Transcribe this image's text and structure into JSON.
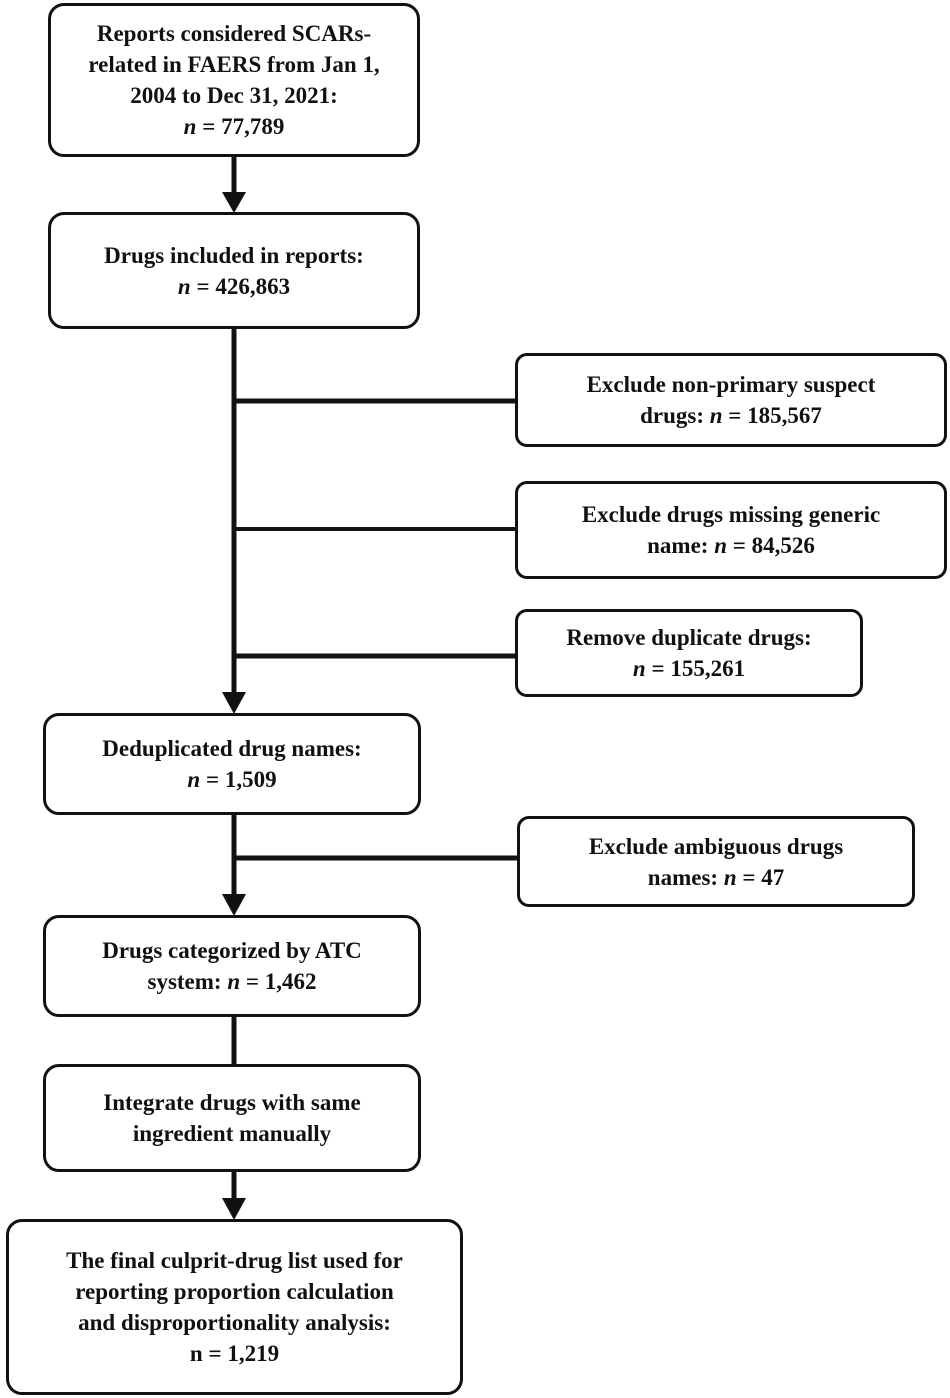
{
  "boxes": {
    "reports": {
      "lines": [
        "Reports considered SCARs-",
        "related in FAERS from Jan 1,",
        "2004 to Dec 31, 2021:"
      ],
      "n_label": "n",
      "n_value": " = 77,789"
    },
    "drugs_included": {
      "lines": [
        "Drugs included in reports:"
      ],
      "n_label": "n",
      "n_value": " = 426,863"
    },
    "exclude_nonprimary": {
      "line1": "Exclude non-primary suspect",
      "prefix": "drugs: ",
      "n_label": "n",
      "n_value": " = 185,567"
    },
    "exclude_missing": {
      "line1": "Exclude drugs missing generic",
      "prefix": "name: ",
      "n_label": "n",
      "n_value": " = 84,526"
    },
    "remove_duplicate": {
      "line1": "Remove duplicate drugs:",
      "n_label": "n",
      "n_value": " = 155,261"
    },
    "deduplicated": {
      "line1": "Deduplicated drug names:",
      "n_label": "n",
      "n_value": " = 1,509"
    },
    "exclude_ambiguous": {
      "line1": "Exclude ambiguous drugs",
      "prefix": "names: ",
      "n_label": "n",
      "n_value": " = 47"
    },
    "categorized": {
      "line1": "Drugs categorized by ATC",
      "prefix": "system: ",
      "n_label": "n",
      "n_value": " = 1,462"
    },
    "integrate": {
      "lines": [
        "Integrate drugs with same",
        "ingredient manually"
      ]
    },
    "final": {
      "lines": [
        "The final culprit-drug list used for",
        "reporting proportion calculation",
        "and disproportionality analysis:",
        "n = 1,219"
      ]
    }
  }
}
